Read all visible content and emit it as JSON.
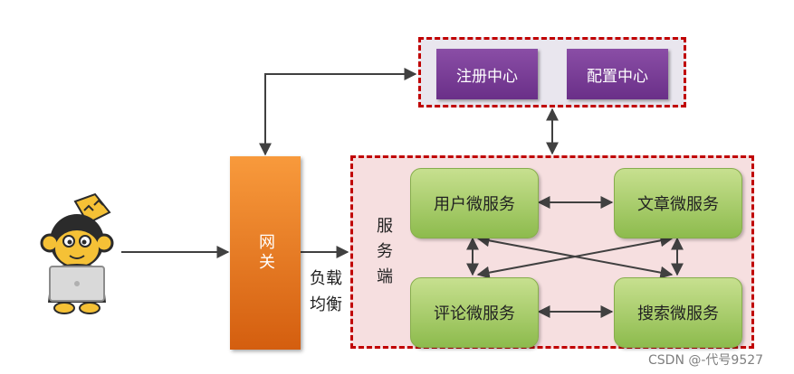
{
  "registry": {
    "register_center": "注册中心",
    "config_center": "配置中心"
  },
  "gateway": {
    "label": "网关"
  },
  "load_balance": {
    "line1": "负载",
    "line2": "均衡"
  },
  "service_side": {
    "label": "服务端"
  },
  "services": {
    "user": "用户微服务",
    "article": "文章微服务",
    "comment": "评论微服务",
    "search": "搜索微服务"
  },
  "watermark": "CSDN @-代号9527",
  "colors": {
    "dashed_border": "#c00000",
    "purple": "#7a3d98",
    "green": "#a8cf6b",
    "orange": "#f08030",
    "arrow": "#404040"
  }
}
